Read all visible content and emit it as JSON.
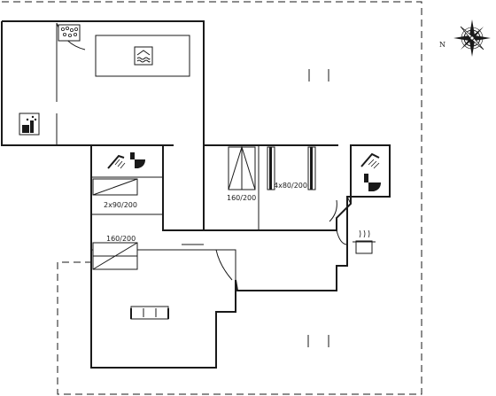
{
  "compass": {
    "north_label": "N"
  },
  "beds": {
    "bedroom_ne_label": "160/200",
    "bedroom_ne_bunks_label": "4x80/200",
    "bedroom_w1_label": "2x90/200",
    "bedroom_w2_label": "160/200"
  },
  "icons": {
    "pool": "pool-icon",
    "hot_tub": "hot-tub-icon",
    "sauna": "sauna-icon",
    "shower_1": "shower-icon",
    "toilet_1": "toilet-icon",
    "shower_2": "shower-icon",
    "toilet_2": "toilet-icon",
    "kitchen": "cooking-pot-icon",
    "sofa": "sofa-icon"
  }
}
